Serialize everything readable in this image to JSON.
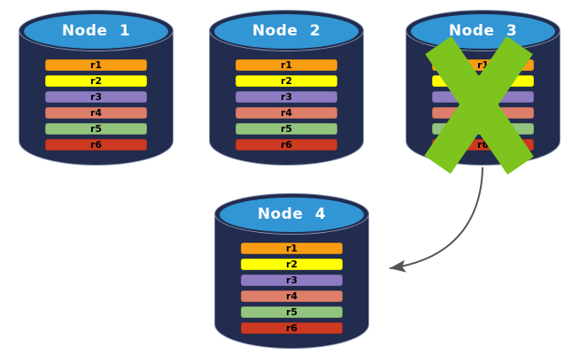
{
  "diagram": {
    "colors": {
      "cylinder_body": "#212C4E",
      "cylinder_top": "#3296D4",
      "background": "#FFFFFF"
    },
    "nodes": [
      {
        "label": "Node 1",
        "failed": false,
        "records": [
          {
            "label": "r1",
            "color": "#F89D13"
          },
          {
            "label": "r2",
            "color": "#FFFF00"
          },
          {
            "label": "r3",
            "color": "#8E7CC3"
          },
          {
            "label": "r4",
            "color": "#DD7E6B"
          },
          {
            "label": "r5",
            "color": "#93C47D"
          },
          {
            "label": "r6",
            "color": "#CB3A21"
          }
        ]
      },
      {
        "label": "Node 2",
        "failed": false,
        "records": [
          {
            "label": "r1",
            "color": "#F89D13"
          },
          {
            "label": "r2",
            "color": "#FFFF00"
          },
          {
            "label": "r3",
            "color": "#8E7CC3"
          },
          {
            "label": "r4",
            "color": "#DD7E6B"
          },
          {
            "label": "r5",
            "color": "#93C47D"
          },
          {
            "label": "r6",
            "color": "#CB3A21"
          }
        ]
      },
      {
        "label": "Node 3",
        "failed": true,
        "records": [
          {
            "label": "r1",
            "color": "#F89D13"
          },
          {
            "label": "r2",
            "color": "#FFFF00"
          },
          {
            "label": "r3",
            "color": "#8E7CC3"
          },
          {
            "label": "r4",
            "color": "#DD7E6B"
          },
          {
            "label": "r5",
            "color": "#93C47D"
          },
          {
            "label": "r6",
            "color": "#CB3A21"
          }
        ]
      },
      {
        "label": "Node 4",
        "failed": false,
        "records": [
          {
            "label": "r1",
            "color": "#F89D13"
          },
          {
            "label": "r2",
            "color": "#FFFF00"
          },
          {
            "label": "r3",
            "color": "#8E7CC3"
          },
          {
            "label": "r4",
            "color": "#DD7E6B"
          },
          {
            "label": "r5",
            "color": "#93C47D"
          },
          {
            "label": "r6",
            "color": "#CB3A21"
          }
        ]
      }
    ],
    "failure_cross": {
      "node": "Node 3",
      "color": "#7DC41E"
    },
    "transfer_arrow": {
      "from": "Node 3",
      "to": "Node 4",
      "color": "#555555"
    }
  }
}
